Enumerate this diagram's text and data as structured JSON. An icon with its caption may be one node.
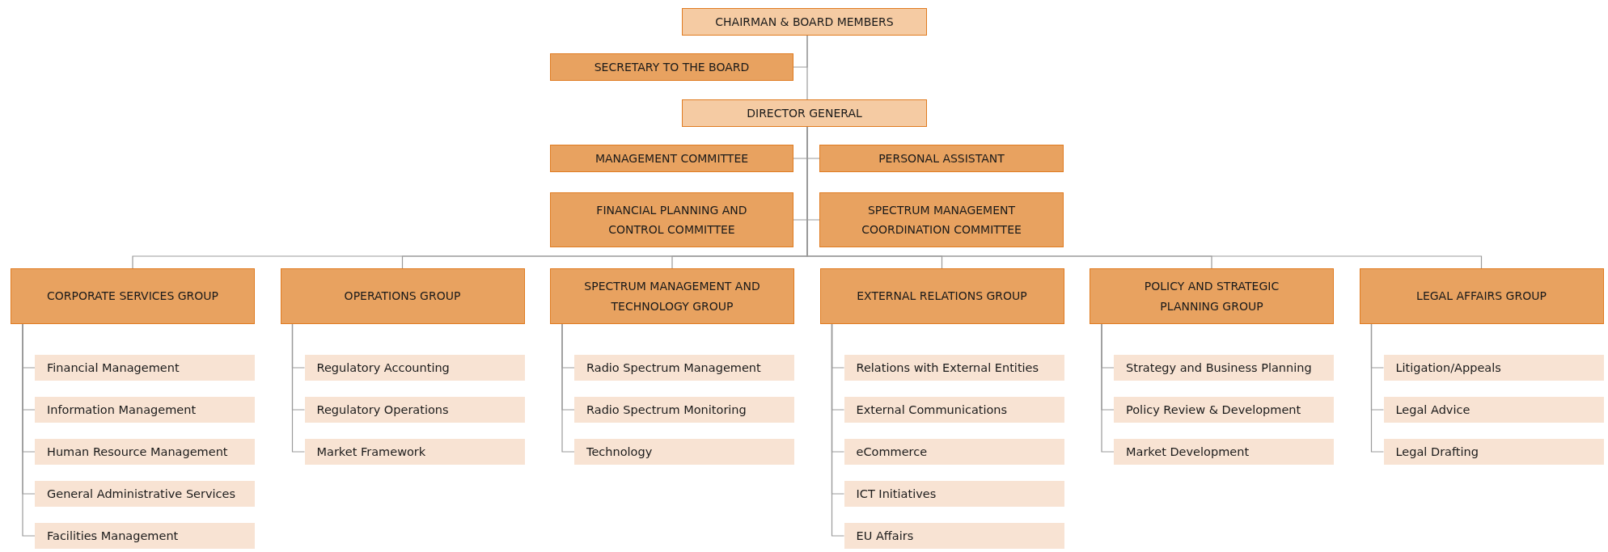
{
  "diagram": {
    "nodes": [
      {
        "text": [
          "CHAIRMAN & BOARD MEMBERS"
        ]
      },
      {
        "text": [
          "SECRETARY TO THE BOARD"
        ]
      },
      {
        "text": [
          "DIRECTOR GENERAL"
        ]
      },
      {
        "text": [
          "MANAGEMENT COMMITTEE"
        ]
      },
      {
        "text": [
          "PERSONAL ASSISTANT"
        ]
      },
      {
        "text": [
          "FINANCIAL PLANNING AND CONTROL COMMITTEE"
        ]
      },
      {
        "text": [
          "SPECTRUM MANAGEMENT COORDINATION COMMITTEE"
        ]
      },
      {
        "text": [
          "CORPORATE SERVICES GROUP"
        ]
      },
      {
        "text": [
          "Financial Management"
        ]
      },
      {
        "text": [
          "Information Management"
        ]
      },
      {
        "text": [
          "Human Resource Management"
        ]
      },
      {
        "text": [
          "General Administrative Services"
        ]
      },
      {
        "text": [
          "Facilities Management"
        ]
      },
      {
        "text": [
          "OPERATIONS GROUP"
        ]
      },
      {
        "text": [
          "Regulatory Accounting"
        ]
      },
      {
        "text": [
          "Regulatory Operations"
        ]
      },
      {
        "text": [
          "Market Framework"
        ]
      },
      {
        "text": [
          "SPECTRUM MANAGEMENT AND TECHNOLOGY GROUP"
        ]
      },
      {
        "text": [
          "Radio Spectrum Management"
        ]
      },
      {
        "text": [
          "Radio Spectrum Monitoring"
        ]
      },
      {
        "text": [
          "Technology"
        ]
      },
      {
        "text": [
          "EXTERNAL RELATIONS GROUP"
        ]
      },
      {
        "text": [
          "Relations with External Entities"
        ]
      },
      {
        "text": [
          "External Communications"
        ]
      },
      {
        "text": [
          "eCommerce"
        ]
      },
      {
        "text": [
          "ICT Initiatives"
        ]
      },
      {
        "text": [
          "EU Affairs"
        ]
      },
      {
        "text": [
          "POLICY AND STRATEGIC PLANNING GROUP"
        ]
      },
      {
        "text": [
          "Strategy and Business Planning"
        ]
      },
      {
        "text": [
          "Policy Review & Development"
        ]
      },
      {
        "text": [
          "Market Development"
        ]
      },
      {
        "text": [
          "LEGAL AFFAIRS GROUP"
        ]
      },
      {
        "text": [
          "Litigation/Appeals"
        ]
      },
      {
        "text": [
          "Legal Advice"
        ]
      },
      {
        "text": [
          "Legal Drafting"
        ]
      }
    ],
    "edges": [
      {
        "from": 0,
        "to": 1,
        "arrow": "none"
      },
      {
        "from": 0,
        "to": 2,
        "arrow": "none"
      },
      {
        "from": 2,
        "to": 3,
        "arrow": "none"
      },
      {
        "from": 2,
        "to": 4,
        "arrow": "none"
      },
      {
        "from": 2,
        "to": 5,
        "arrow": "none"
      },
      {
        "from": 2,
        "to": 6,
        "arrow": "none"
      },
      {
        "from": 2,
        "to": 7,
        "arrow": "none"
      },
      {
        "from": 2,
        "to": 13,
        "arrow": "none"
      },
      {
        "from": 2,
        "to": 17,
        "arrow": "none"
      },
      {
        "from": 2,
        "to": 21,
        "arrow": "none"
      },
      {
        "from": 2,
        "to": 27,
        "arrow": "none"
      },
      {
        "from": 2,
        "to": 31,
        "arrow": "none"
      },
      {
        "from": 7,
        "to": 8,
        "arrow": "none"
      },
      {
        "from": 7,
        "to": 9,
        "arrow": "none"
      },
      {
        "from": 7,
        "to": 10,
        "arrow": "none"
      },
      {
        "from": 7,
        "to": 11,
        "arrow": "none"
      },
      {
        "from": 7,
        "to": 12,
        "arrow": "none"
      },
      {
        "from": 13,
        "to": 14,
        "arrow": "none"
      },
      {
        "from": 13,
        "to": 15,
        "arrow": "none"
      },
      {
        "from": 13,
        "to": 16,
        "arrow": "none"
      },
      {
        "from": 17,
        "to": 18,
        "arrow": "none"
      },
      {
        "from": 17,
        "to": 19,
        "arrow": "none"
      },
      {
        "from": 17,
        "to": 20,
        "arrow": "none"
      },
      {
        "from": 21,
        "to": 22,
        "arrow": "none"
      },
      {
        "from": 21,
        "to": 23,
        "arrow": "none"
      },
      {
        "from": 21,
        "to": 24,
        "arrow": "none"
      },
      {
        "from": 21,
        "to": 25,
        "arrow": "none"
      },
      {
        "from": 21,
        "to": 26,
        "arrow": "none"
      },
      {
        "from": 27,
        "to": 28,
        "arrow": "none"
      },
      {
        "from": 27,
        "to": 29,
        "arrow": "none"
      },
      {
        "from": 27,
        "to": 30,
        "arrow": "none"
      },
      {
        "from": 31,
        "to": 32,
        "arrow": "none"
      },
      {
        "from": 31,
        "to": 33,
        "arrow": "none"
      },
      {
        "from": 31,
        "to": 34,
        "arrow": "none"
      }
    ]
  }
}
